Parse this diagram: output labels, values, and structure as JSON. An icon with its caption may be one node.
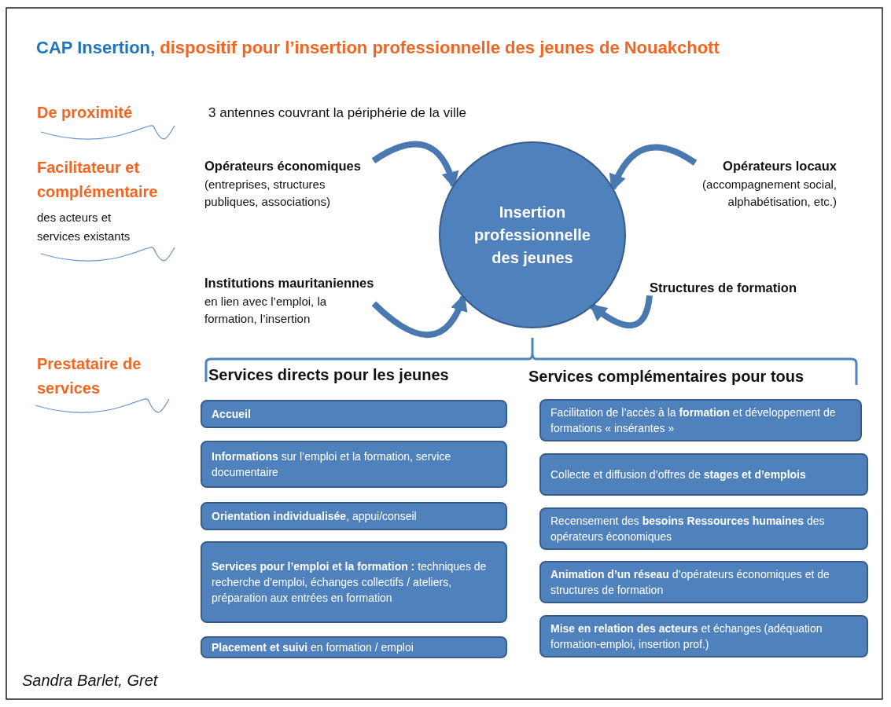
{
  "diagram": {
    "title": "**CAP Insertion,** dispositif pour l’insertion professionnelle des jeunes de Nouakchott",
    "caption": "Sandra Barlet, Gret",
    "nodes": [
      {
        "text": [
          "Insertion professionnelle des jeunes"
        ]
      },
      {
        "text": [
          "Opérateurs économiques",
          "(entreprises, structures publiques, associations)"
        ]
      },
      {
        "text": [
          "Opérateurs locaux",
          "(accompagnement social, alphabétisation, etc.)"
        ]
      },
      {
        "text": [
          "Institutions mauritaniennes",
          "en lien avec l’emploi, la formation, l’insertion"
        ]
      },
      {
        "text": [
          "Structures de formation"
        ]
      },
      {
        "text": [
          "**Accueil**"
        ]
      },
      {
        "text": [
          "**Informations** sur l’emploi et la formation, service documentaire"
        ]
      },
      {
        "text": [
          "**Orientation individualisée**, appui/conseil"
        ]
      },
      {
        "text": [
          "**Services pour l’emploi et la formation :** techniques de recherche d’emploi, échanges collectifs / ateliers, préparation aux entrées en formation"
        ]
      },
      {
        "text": [
          "**Placement et suivi** en formation / emploi"
        ]
      },
      {
        "text": [
          "Facilitation de l’accès à la **formation** et développement de formations « insérantes »"
        ]
      },
      {
        "text": [
          "Collecte et diffusion d’offres de **stages et d’emplois**"
        ]
      },
      {
        "text": [
          "Recensement des **besoins Ressources humaines** des opérateurs économiques"
        ]
      },
      {
        "text": [
          "**Animation d’un réseau** d’opérateurs économiques et de structures de formation"
        ]
      },
      {
        "text": [
          "**Mise en relation des acteurs** et échanges (adéquation formation-emploi, insertion prof.)"
        ]
      }
    ],
    "edges": [
      {
        "from": 1,
        "to": 0,
        "arrow": "to"
      },
      {
        "from": 2,
        "to": 0,
        "arrow": "to"
      },
      {
        "from": 3,
        "to": 0,
        "arrow": "to"
      },
      {
        "from": 4,
        "to": 0,
        "arrow": "to"
      }
    ],
    "labels": [
      "De proximité",
      "3 antennes couvrant la périphérie de la ville",
      "Facilitateur et complémentaire",
      "des acteurs et services existants",
      "Prestataire de services",
      "Services directs pour les jeunes",
      "Services complémentaires pour tous"
    ]
  }
}
